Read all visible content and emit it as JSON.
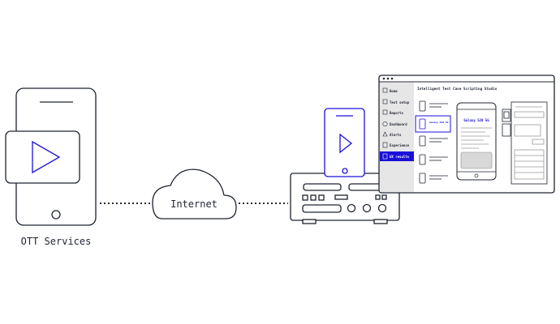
{
  "labels": {
    "ott": "OTT Services",
    "internet": "Internet"
  },
  "studio": {
    "title": "Intelligent Test Case Scripting Studio",
    "nav": [
      "Home",
      "Test setup",
      "Reports",
      "Dashboard",
      "Alerts",
      "Experience",
      "UX results"
    ],
    "active_nav": "UX results",
    "device_names": [
      "Galaxy S20 5G",
      "",
      "",
      "",
      ""
    ],
    "preview_device": "Galaxy S20 5G"
  },
  "colors": {
    "stroke": "#1f2430",
    "accent": "#1a10d8",
    "dotted": "#2a2a2a"
  }
}
